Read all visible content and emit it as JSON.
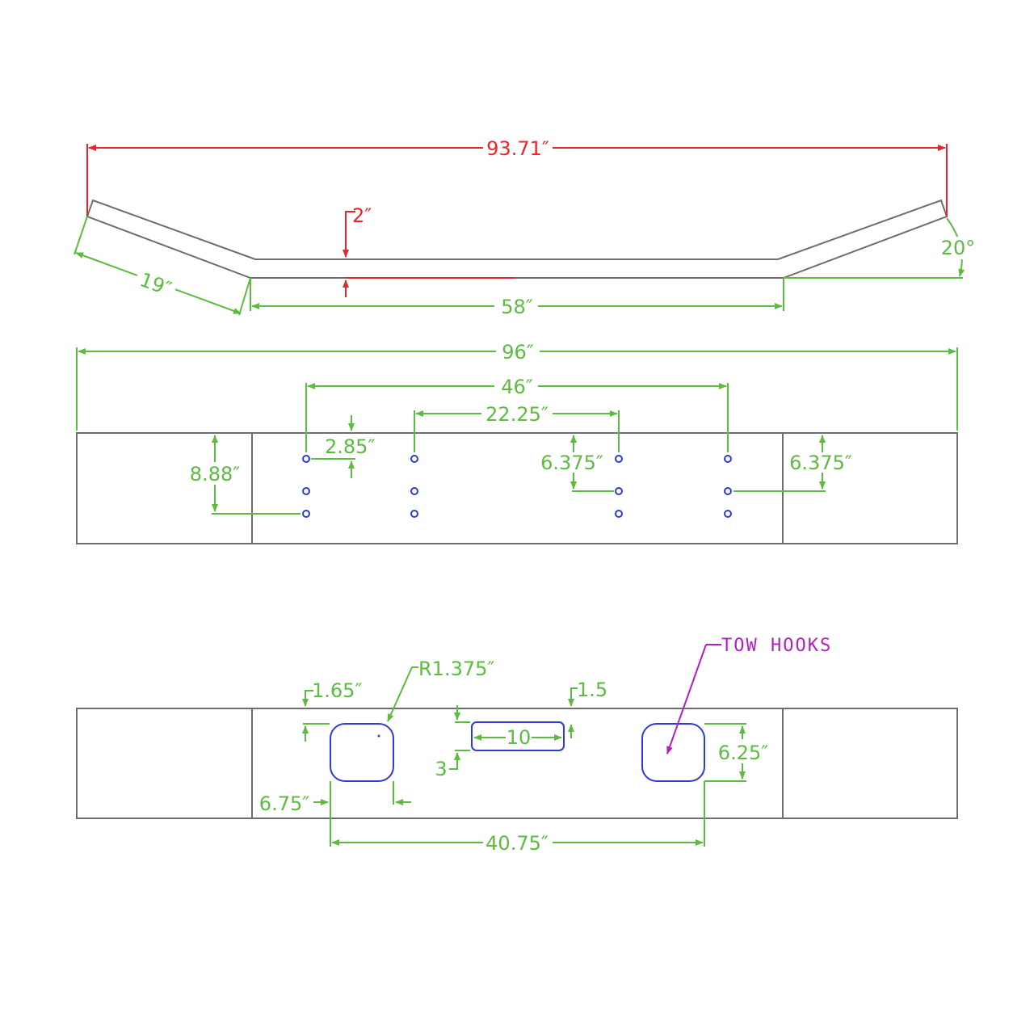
{
  "colors": {
    "outline": "#6e6e6e",
    "dimension": "#5dbb3f",
    "overall": "#e8252b",
    "cutout": "#2f3ad9",
    "callout": "#b21fc0"
  },
  "top_view": {
    "overall_width": "93.71″",
    "drop": "2″",
    "wing_length": "19″",
    "center_length": "58″",
    "angle": "20°"
  },
  "front_view": {
    "total_length": "96″",
    "outer_hole_span": "46″",
    "inner_hole_span": "22.25″",
    "top_offset": "2.85″",
    "hole_spacing_mid": "6.375″",
    "hole_spacing_right": "6.375″",
    "height": "8.88″"
  },
  "bottom_view": {
    "tow_hooks": "TOW HOOKS",
    "corner_radius": "R1.375″",
    "hook_top_offset": "1.65″",
    "slot_top_offset": "1.5",
    "slot_length": "10",
    "slot_height": "3",
    "hook_height": "6.25″",
    "hook_width": "6.75″",
    "hook_span": "40.75″"
  }
}
